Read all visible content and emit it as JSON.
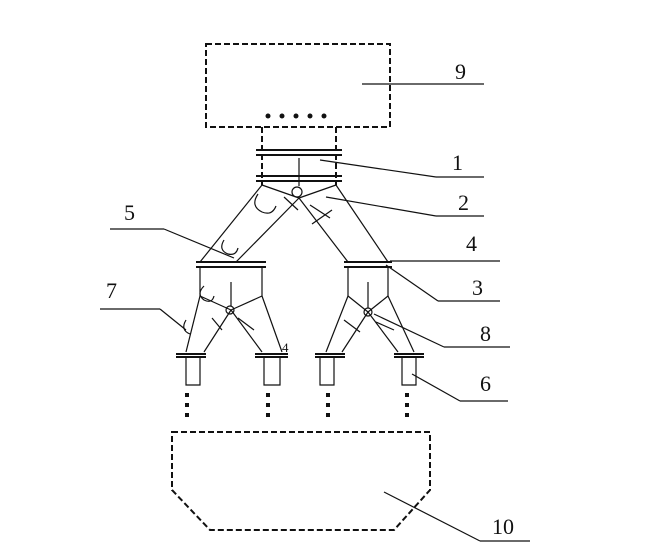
{
  "labels": {
    "l9": "9",
    "l1": "1",
    "l2": "2",
    "l5": "5",
    "l4": "4",
    "l3": "3",
    "l7": "7",
    "l8": "8",
    "l6": "6",
    "l10": "10",
    "l4_small": "4"
  }
}
